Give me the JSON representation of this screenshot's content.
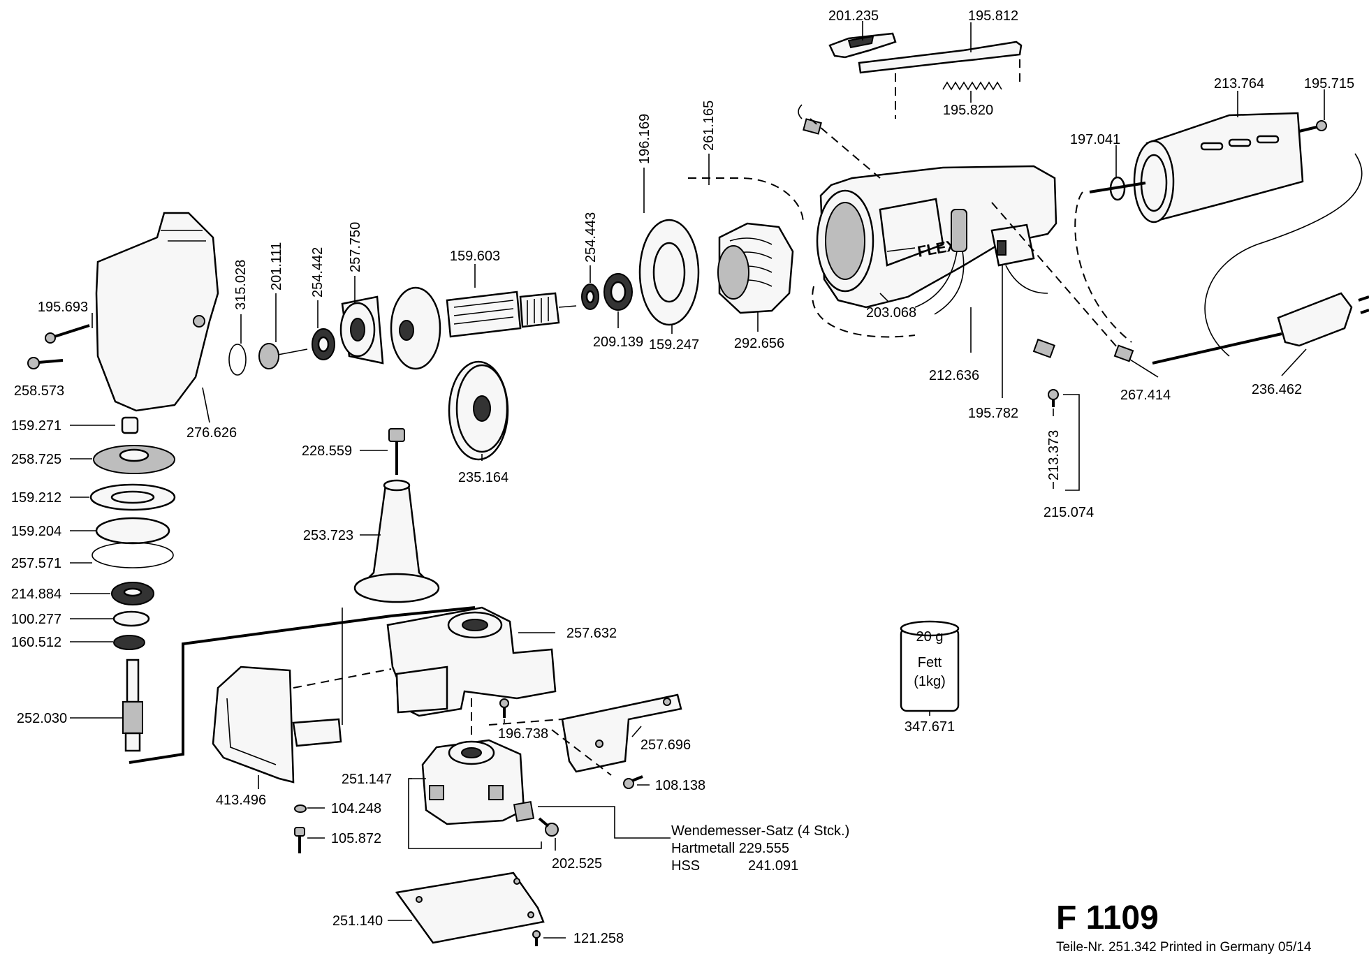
{
  "parts": {
    "p201_235": "201.235",
    "p195_812": "195.812",
    "p213_764": "213.764",
    "p195_715": "195.715",
    "p195_820": "195.820",
    "p197_041": "197.041",
    "p196_169": "196.169",
    "p261_165": "261.165",
    "p315_028": "315.028",
    "p201_111": "201.111",
    "p254_442": "254.442",
    "p257_750": "257.750",
    "p159_603": "159.603",
    "p254_443": "254.443",
    "p195_693": "195.693",
    "p258_573": "258.573",
    "p276_626": "276.626",
    "p209_139": "209.139",
    "p159_247": "159.247",
    "p292_656": "292.656",
    "p203_068": "203.068",
    "p212_636": "212.636",
    "p195_782": "195.782",
    "p267_414": "267.414",
    "p236_462": "236.462",
    "p213_373": "213.373",
    "p215_074": "215.074",
    "p159_271": "159.271",
    "p258_725": "258.725",
    "p159_212": "159.212",
    "p159_204": "159.204",
    "p257_571": "257.571",
    "p214_884": "214.884",
    "p100_277": "100.277",
    "p160_512": "160.512",
    "p252_030": "252.030",
    "p228_559": "228.559",
    "p235_164": "235.164",
    "p253_723": "253.723",
    "p257_632": "257.632",
    "p196_738": "196.738",
    "p257_696": "257.696",
    "p108_138": "108.138",
    "p251_147": "251.147",
    "p413_496": "413.496",
    "p104_248": "104.248",
    "p105_872": "105.872",
    "p202_525": "202.525",
    "p251_140": "251.140",
    "p121_258": "121.258",
    "p347_671": "347.671"
  },
  "grease": {
    "amount": "20 g",
    "name": "Fett",
    "pack": "(1kg)"
  },
  "brand_logo": "FLEX",
  "knife_set": {
    "title": "Wendemesser-Satz (4 Stck.)",
    "hm_label": "Hartmetall 229.555",
    "hss_label": "HSS",
    "hss_number": "241.091"
  },
  "model": "F 1109",
  "footer": "Teile-Nr. 251.342 Printed in Germany 05/14"
}
